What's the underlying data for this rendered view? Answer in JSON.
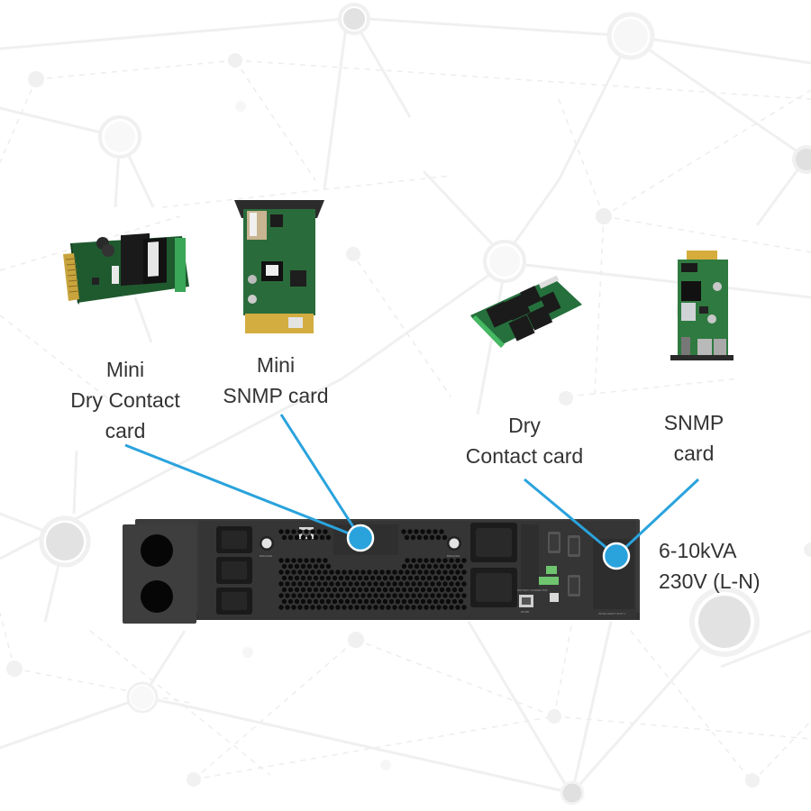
{
  "diagram": {
    "accent_color": "#2aa3dd",
    "cards": [
      {
        "id": "mini-dry-contact",
        "label": "Mini\nDry Contact\ncard"
      },
      {
        "id": "mini-snmp",
        "label": "Mini\nSNMP card"
      },
      {
        "id": "dry-contact",
        "label": "Dry\nContact card"
      },
      {
        "id": "snmp",
        "label": "SNMP\ncard"
      }
    ],
    "ups": {
      "spec": "6-10kVA\n230V (L-N)",
      "panel_labels": {
        "breaker_left": "BREAKER",
        "breaker_right": "BREAKER",
        "battery_connector": "BATTERY CONNECTOR",
        "rs485": "RS485",
        "intelligent_slot": "INTELLIGENT SLOT 1"
      }
    }
  }
}
